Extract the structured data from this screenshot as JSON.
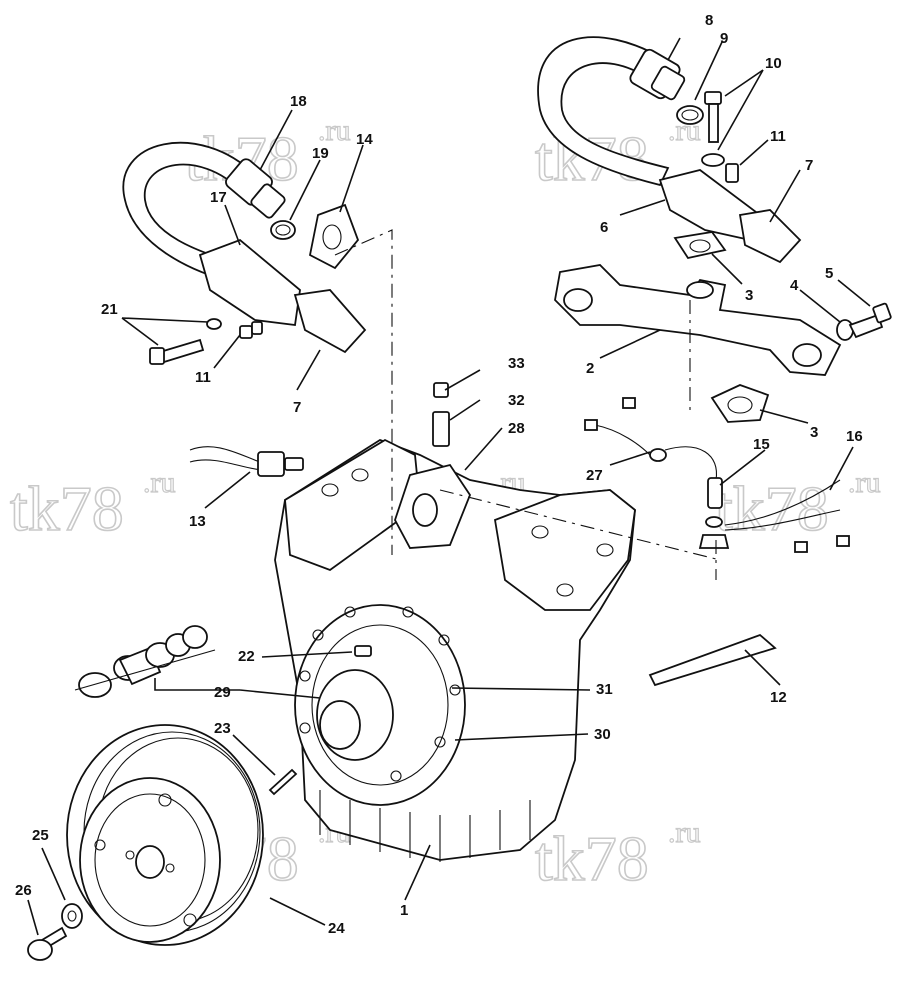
{
  "watermark": {
    "main": "tk78",
    "suffix": ".ru"
  },
  "callouts": {
    "c1": "1",
    "c2": "2",
    "c3a": "3",
    "c3b": "3",
    "c4": "4",
    "c5": "5",
    "c6": "6",
    "c7a": "7",
    "c7b": "7",
    "c8": "8",
    "c9": "9",
    "c10": "10",
    "c11a": "11",
    "c11b": "11",
    "c12": "12",
    "c13": "13",
    "c14": "14",
    "c15": "15",
    "c16": "16",
    "c17": "17",
    "c18": "18",
    "c19": "19",
    "c21": "21",
    "c22": "22",
    "c23": "23",
    "c24": "24",
    "c25": "25",
    "c26": "26",
    "c27": "27",
    "c28": "28",
    "c29": "29",
    "c30": "30",
    "c31": "31",
    "c32": "32",
    "c33": "33"
  }
}
